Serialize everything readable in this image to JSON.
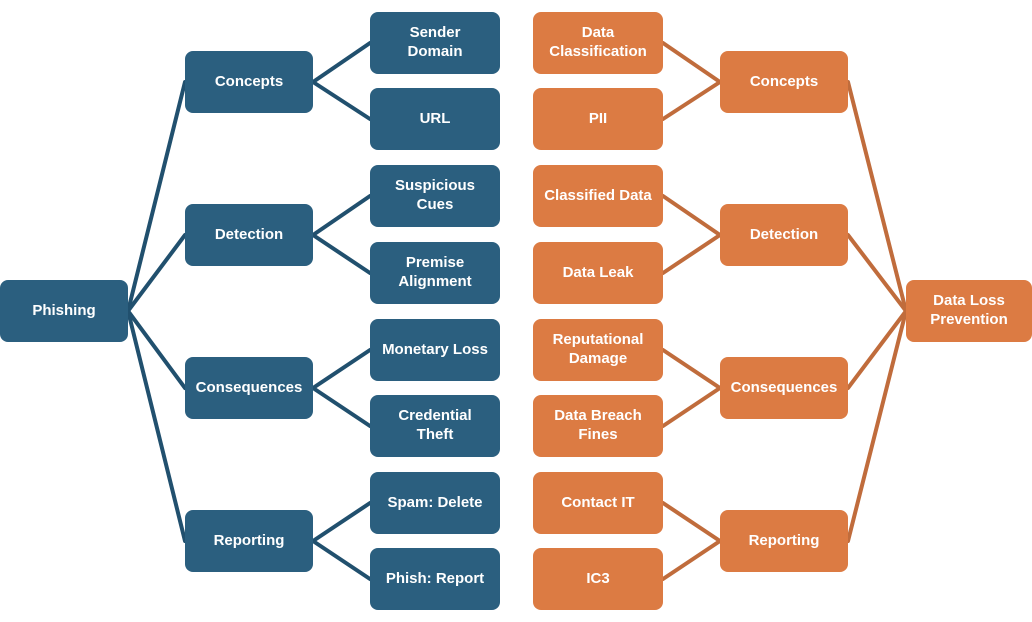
{
  "colors": {
    "background": "#FFFFFF",
    "text": "#FFFFFF",
    "left_node": "#2B5F7F",
    "left_line": "#21506E",
    "right_node": "#DC7B43",
    "right_line": "#C06C3C"
  },
  "diagram": {
    "left": {
      "root": "Phishing",
      "branches": [
        {
          "label": "Concepts",
          "children": [
            "Sender\nDomain",
            "URL"
          ]
        },
        {
          "label": "Detection",
          "children": [
            "Suspicious\nCues",
            "Premise\nAlignment"
          ]
        },
        {
          "label": "Consequences",
          "children": [
            "Monetary Loss",
            "Credential\nTheft"
          ]
        },
        {
          "label": "Reporting",
          "children": [
            "Spam: Delete",
            "Phish: Report"
          ]
        }
      ]
    },
    "right": {
      "root": "Data Loss\nPrevention",
      "branches": [
        {
          "label": "Concepts",
          "children": [
            "Data\nClassification",
            "PII"
          ]
        },
        {
          "label": "Detection",
          "children": [
            "Classified Data",
            "Data Leak"
          ]
        },
        {
          "label": "Consequences",
          "children": [
            "Reputational\nDamage",
            "Data Breach\nFines"
          ]
        },
        {
          "label": "Reporting",
          "children": [
            "Contact IT",
            "IC3"
          ]
        }
      ]
    }
  }
}
